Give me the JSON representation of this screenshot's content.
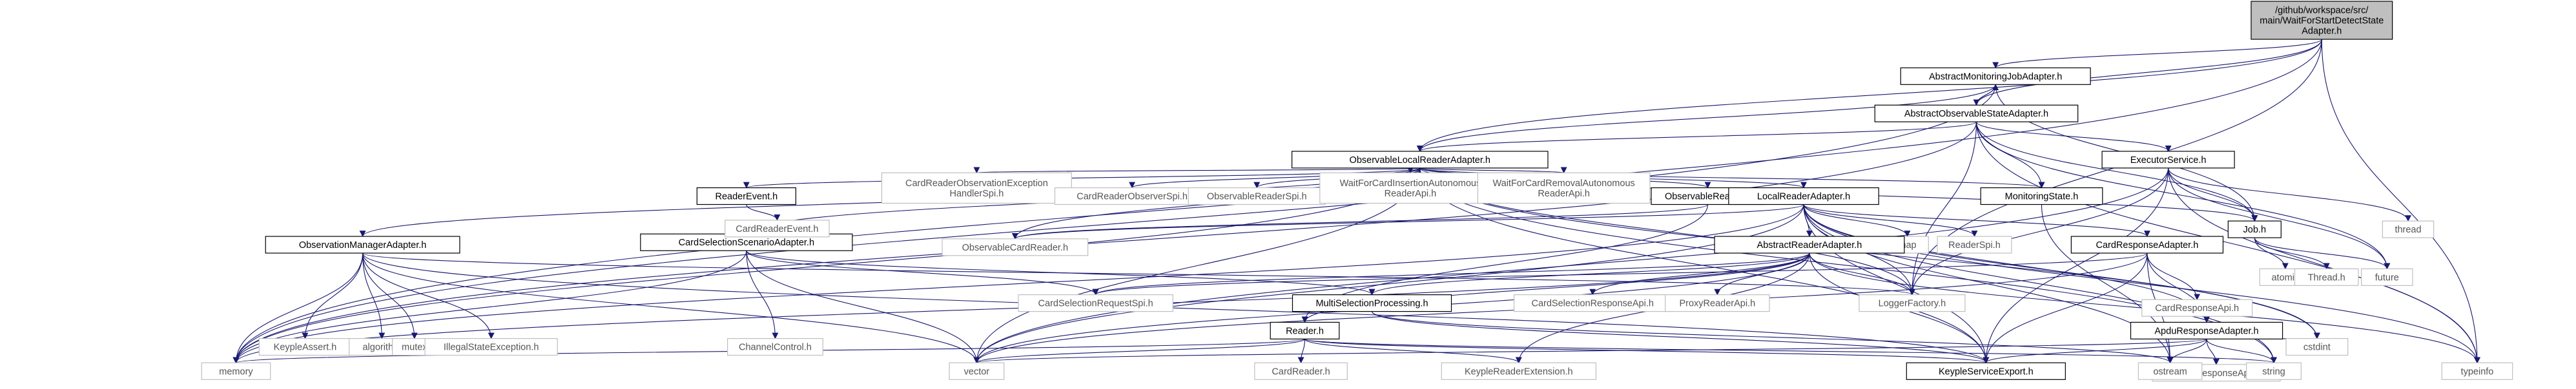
{
  "colors": {
    "edge": "#191970",
    "root_fill": "#bfbfbf",
    "internal_border": "#000000",
    "external_border": "#bfbfbf"
  },
  "nodes": [
    {
      "id": "root",
      "label": "/github/workspace/src/\nmain/WaitForStartDetectState\nAdapter.h",
      "kind": "root"
    },
    {
      "id": "amja",
      "label": "AbstractMonitoringJobAdapter.h",
      "kind": "internal"
    },
    {
      "id": "aosa",
      "label": "AbstractObservableStateAdapter.h",
      "kind": "internal"
    },
    {
      "id": "olra",
      "label": "ObservableLocalReaderAdapter.h",
      "kind": "internal"
    },
    {
      "id": "exec",
      "label": "ExecutorService.h",
      "kind": "internal"
    },
    {
      "id": "job",
      "label": "Job.h",
      "kind": "internal"
    },
    {
      "id": "thread",
      "label": "thread",
      "kind": "external"
    },
    {
      "id": "atomic",
      "label": "atomic",
      "kind": "external"
    },
    {
      "id": "threadh",
      "label": "Thread.h",
      "kind": "external"
    },
    {
      "id": "future",
      "label": "future",
      "kind": "external"
    },
    {
      "id": "omad",
      "label": "ObservationManagerAdapter.h",
      "kind": "internal"
    },
    {
      "id": "kassert",
      "label": "KeypleAssert.h",
      "kind": "external"
    },
    {
      "id": "algorithm",
      "label": "algorithm",
      "kind": "external"
    },
    {
      "id": "mutex",
      "label": "mutex",
      "kind": "external"
    },
    {
      "id": "ilse",
      "label": "IllegalStateException.h",
      "kind": "external"
    },
    {
      "id": "cssa",
      "label": "CardSelectionScenarioAdapter.h",
      "kind": "internal"
    },
    {
      "id": "chctrl",
      "label": "ChannelControl.h",
      "kind": "external"
    },
    {
      "id": "revt",
      "label": "ReaderEvent.h",
      "kind": "internal"
    },
    {
      "id": "crevt",
      "label": "CardReaderEvent.h",
      "kind": "external"
    },
    {
      "id": "croes",
      "label": "CardReaderObservationException\nHandlerSpi.h",
      "kind": "external"
    },
    {
      "id": "cros",
      "label": "CardReaderObserverSpi.h",
      "kind": "external"
    },
    {
      "id": "ors",
      "label": "ObservableReaderSpi.h",
      "kind": "external"
    },
    {
      "id": "wfci",
      "label": "WaitForCardInsertionAutonomous\nReaderApi.h",
      "kind": "external"
    },
    {
      "id": "wfcr",
      "label": "WaitForCardRemovalAutonomous\nReaderApi.h",
      "kind": "external"
    },
    {
      "id": "obsr",
      "label": "ObservableReader.h",
      "kind": "internal"
    },
    {
      "id": "ocr",
      "label": "ObservableCardReader.h",
      "kind": "external"
    },
    {
      "id": "lra",
      "label": "LocalReaderAdapter.h",
      "kind": "internal"
    },
    {
      "id": "mstate",
      "label": "MonitoringState.h",
      "kind": "internal"
    },
    {
      "id": "map",
      "label": "map",
      "kind": "external"
    },
    {
      "id": "rspi",
      "label": "ReaderSpi.h",
      "kind": "external"
    },
    {
      "id": "ara",
      "label": "AbstractReaderAdapter.h",
      "kind": "internal"
    },
    {
      "id": "crsa",
      "label": "CardResponseAdapter.h",
      "kind": "internal"
    },
    {
      "id": "cresp",
      "label": "CardResponseApi.h",
      "kind": "external"
    },
    {
      "id": "arsa",
      "label": "ApduResponseAdapter.h",
      "kind": "internal"
    },
    {
      "id": "arapi",
      "label": "ApduResponseApi.h",
      "kind": "external"
    },
    {
      "id": "csrs",
      "label": "CardSelectionRequestSpi.h",
      "kind": "external"
    },
    {
      "id": "msp",
      "label": "MultiSelectionProcessing.h",
      "kind": "internal"
    },
    {
      "id": "csresp",
      "label": "CardSelectionResponseApi.h",
      "kind": "external"
    },
    {
      "id": "prapi",
      "label": "ProxyReaderApi.h",
      "kind": "external"
    },
    {
      "id": "lf",
      "label": "LoggerFactory.h",
      "kind": "external"
    },
    {
      "id": "reader",
      "label": "Reader.h",
      "kind": "internal"
    },
    {
      "id": "cardreader",
      "label": "CardReader.h",
      "kind": "external"
    },
    {
      "id": "kre",
      "label": "KeypleReaderExtension.h",
      "kind": "external"
    },
    {
      "id": "kse",
      "label": "KeypleServiceExport.h",
      "kind": "internal"
    },
    {
      "id": "memory",
      "label": "memory",
      "kind": "external"
    },
    {
      "id": "vector",
      "label": "vector",
      "kind": "external"
    },
    {
      "id": "ostream",
      "label": "ostream",
      "kind": "external"
    },
    {
      "id": "string",
      "label": "string",
      "kind": "external"
    },
    {
      "id": "cstdint",
      "label": "cstdint",
      "kind": "external"
    },
    {
      "id": "typeinfo",
      "label": "typeinfo",
      "kind": "external"
    }
  ],
  "edges": [
    [
      "root",
      "amja"
    ],
    [
      "root",
      "aosa"
    ],
    [
      "root",
      "olra"
    ],
    [
      "root",
      "lf"
    ],
    [
      "root",
      "memory"
    ],
    [
      "root",
      "typeinfo"
    ],
    [
      "amja",
      "aosa"
    ],
    [
      "aosa",
      "amja"
    ],
    [
      "amja",
      "job"
    ],
    [
      "amja",
      "olra"
    ],
    [
      "amja",
      "memory"
    ],
    [
      "aosa",
      "olra"
    ],
    [
      "aosa",
      "exec"
    ],
    [
      "aosa",
      "job"
    ],
    [
      "aosa",
      "mstate"
    ],
    [
      "aosa",
      "lf"
    ],
    [
      "aosa",
      "memory"
    ],
    [
      "aosa",
      "future"
    ],
    [
      "aosa",
      "typeinfo"
    ],
    [
      "exec",
      "job"
    ],
    [
      "exec",
      "thread"
    ],
    [
      "exec",
      "future"
    ],
    [
      "exec",
      "lf"
    ],
    [
      "exec",
      "kse"
    ],
    [
      "exec",
      "typeinfo"
    ],
    [
      "exec",
      "vector"
    ],
    [
      "job",
      "atomic"
    ],
    [
      "job",
      "threadh"
    ],
    [
      "job",
      "future"
    ],
    [
      "olra",
      "omad"
    ],
    [
      "olra",
      "cssa"
    ],
    [
      "olra",
      "revt"
    ],
    [
      "olra",
      "croes"
    ],
    [
      "olra",
      "cros"
    ],
    [
      "olra",
      "ors"
    ],
    [
      "olra",
      "wfci"
    ],
    [
      "olra",
      "wfcr"
    ],
    [
      "olra",
      "obsr"
    ],
    [
      "olra",
      "ocr"
    ],
    [
      "olra",
      "lra"
    ],
    [
      "olra",
      "mstate"
    ],
    [
      "olra",
      "job"
    ],
    [
      "olra",
      "lf"
    ],
    [
      "olra",
      "kse"
    ],
    [
      "olra",
      "memory"
    ],
    [
      "olra",
      "vector"
    ],
    [
      "olra",
      "string"
    ],
    [
      "olra",
      "cstdint"
    ],
    [
      "omad",
      "kassert"
    ],
    [
      "omad",
      "algorithm"
    ],
    [
      "omad",
      "mutex"
    ],
    [
      "omad",
      "ilse"
    ],
    [
      "omad",
      "memory"
    ],
    [
      "omad",
      "vector"
    ],
    [
      "omad",
      "lf"
    ],
    [
      "omad",
      "kse"
    ],
    [
      "cssa",
      "chctrl"
    ],
    [
      "cssa",
      "csrs"
    ],
    [
      "cssa",
      "msp"
    ],
    [
      "cssa",
      "memory"
    ],
    [
      "cssa",
      "vector"
    ],
    [
      "revt",
      "crevt"
    ],
    [
      "obsr",
      "reader"
    ],
    [
      "obsr",
      "ocr"
    ],
    [
      "lra",
      "ara"
    ],
    [
      "lra",
      "crsa"
    ],
    [
      "lra",
      "arsa"
    ],
    [
      "lra",
      "map"
    ],
    [
      "lra",
      "rspi"
    ],
    [
      "lra",
      "lf"
    ],
    [
      "lra",
      "kse"
    ],
    [
      "lra",
      "memory"
    ],
    [
      "lra",
      "vector"
    ],
    [
      "lra",
      "string"
    ],
    [
      "lra",
      "cstdint"
    ],
    [
      "lra",
      "ostream"
    ],
    [
      "lra",
      "typeinfo"
    ],
    [
      "lra",
      "ocr"
    ],
    [
      "mstate",
      "ostream"
    ],
    [
      "ara",
      "reader"
    ],
    [
      "ara",
      "csrs"
    ],
    [
      "ara",
      "msp"
    ],
    [
      "ara",
      "csresp"
    ],
    [
      "ara",
      "prapi"
    ],
    [
      "ara",
      "kre"
    ],
    [
      "ara",
      "lf"
    ],
    [
      "ara",
      "kse"
    ],
    [
      "ara",
      "memory"
    ],
    [
      "ara",
      "vector"
    ],
    [
      "ara",
      "typeinfo"
    ],
    [
      "crsa",
      "cresp"
    ],
    [
      "crsa",
      "arsa"
    ],
    [
      "crsa",
      "kse"
    ],
    [
      "crsa",
      "ostream"
    ],
    [
      "crsa",
      "vector"
    ],
    [
      "crsa",
      "csrs"
    ],
    [
      "arsa",
      "arapi"
    ],
    [
      "arsa",
      "kse"
    ],
    [
      "arsa",
      "ostream"
    ],
    [
      "arsa",
      "vector"
    ],
    [
      "arsa",
      "cstdint"
    ],
    [
      "arsa",
      "string"
    ],
    [
      "msp",
      "ostream"
    ],
    [
      "msp",
      "kse"
    ],
    [
      "reader",
      "cardreader"
    ],
    [
      "reader",
      "kre"
    ],
    [
      "reader",
      "memory"
    ],
    [
      "reader",
      "vector"
    ],
    [
      "reader",
      "string"
    ],
    [
      "reader",
      "kse"
    ]
  ]
}
